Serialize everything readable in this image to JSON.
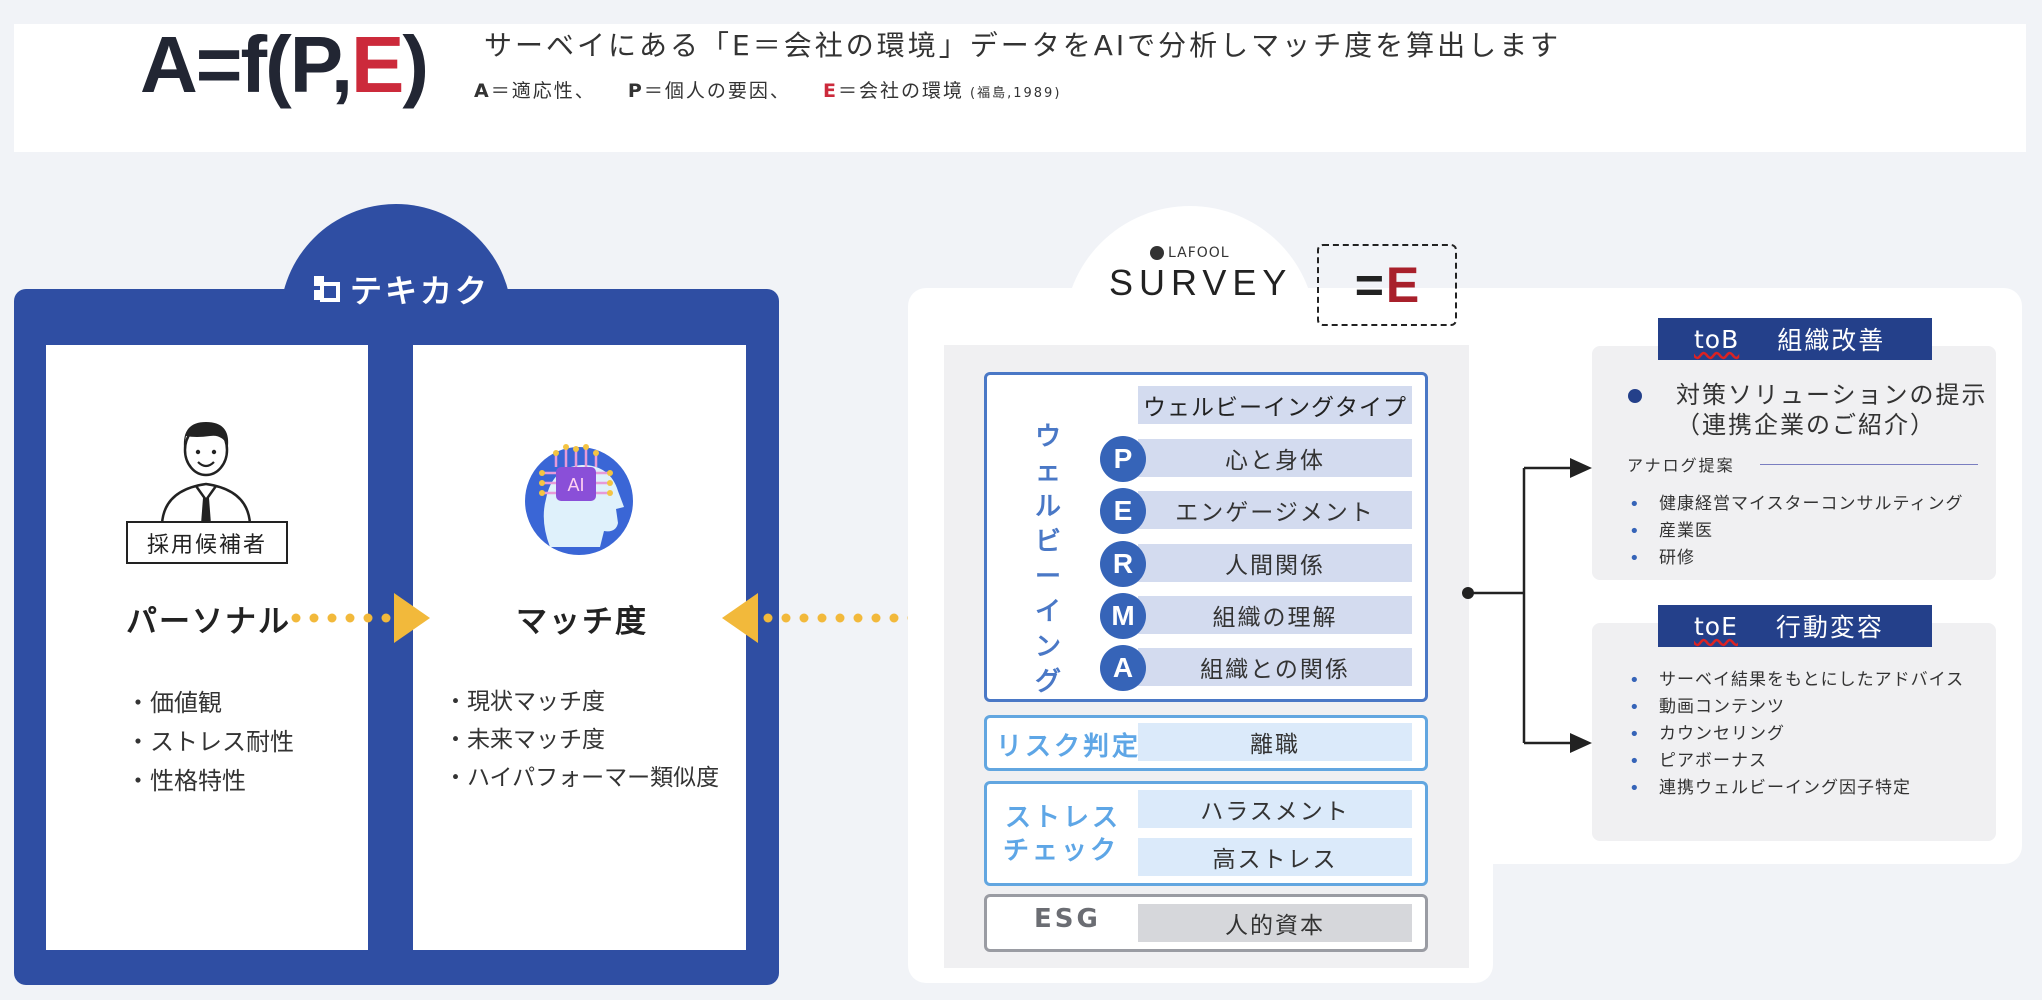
{
  "header": {
    "formula_prefix": "A=f(P,",
    "formula_e": "E",
    "formula_suffix": ")",
    "headline": "サーベイにある「E＝会社の環境」データをAIで分析しマッチ度を算出します",
    "legend": {
      "a_letter": "A",
      "a_text": "＝適応性、",
      "p_letter": "P",
      "p_text": "＝個人の要因、",
      "e_letter": "E",
      "e_text": "＝会社の環境",
      "citation": "(福島,1989)"
    }
  },
  "tekikaku": {
    "logo": "テキカク",
    "candidate_label": "採用候補者",
    "personal_title": "パーソナル",
    "personal_items": [
      "価値観",
      "ストレス耐性",
      "性格特性"
    ],
    "match_title": "マッチ度",
    "match_items": [
      "現状マッチ度",
      "未来マッチ度",
      "ハイパフォーマー類似度"
    ],
    "ai_badge": "AI"
  },
  "survey": {
    "brand_small": "LAFOOL",
    "brand": "SURVEY",
    "eq_sign": "=",
    "eq_letter": "E",
    "wellbeing": {
      "vertical_label": [
        "ウ",
        "ェ",
        "ル",
        "ビ",
        "ー",
        "イ",
        "ン",
        "グ"
      ],
      "type_label": "ウェルビーイングタイプ",
      "rows": [
        {
          "letter": "P",
          "label": "心と身体"
        },
        {
          "letter": "E",
          "label": "エンゲージメント"
        },
        {
          "letter": "R",
          "label": "人間関係"
        },
        {
          "letter": "M",
          "label": "組織の理解"
        },
        {
          "letter": "A",
          "label": "組織との関係"
        }
      ]
    },
    "risk": {
      "label": "リスク判定",
      "value": "離職"
    },
    "stress": {
      "label_line1": "ストレス",
      "label_line2": "チェック",
      "values": [
        "ハラスメント",
        "高ストレス"
      ]
    },
    "esg": {
      "label": "ESG",
      "value": "人的資本"
    }
  },
  "tob": {
    "code": "toB",
    "title": "組織改善",
    "solution_line1": "対策ソリューションの提示",
    "solution_line2": "（連携企業のご紹介）",
    "analog_label": "アナログ提案",
    "items": [
      "健康経営マイスターコンサルティング",
      "産業医",
      "研修"
    ]
  },
  "toe": {
    "code": "toE",
    "title": "行動変容",
    "items": [
      "サーベイ結果をもとにしたアドバイス",
      "動画コンテンツ",
      "カウンセリング",
      "ピアボーナス",
      "連携ウェルビーイング因子特定"
    ]
  },
  "colors": {
    "navy": "#2f4ea3",
    "accent_red": "#cc2a3b",
    "arrow_yellow": "#f2b93b",
    "wellbeing_blue": "#3664b8",
    "light_blue": "#62a6e0"
  }
}
